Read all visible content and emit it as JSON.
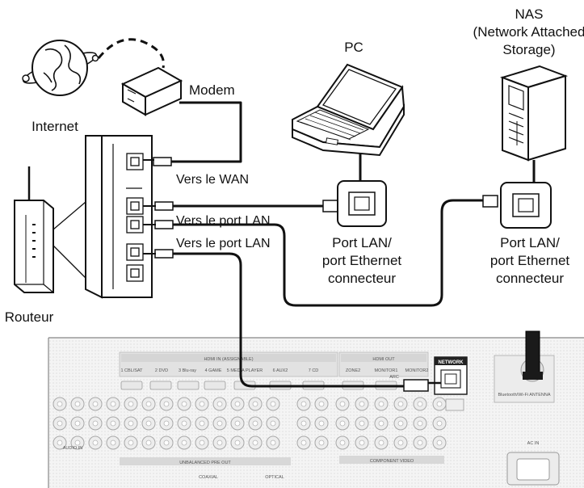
{
  "labels": {
    "internet": "Internet",
    "modem": "Modem",
    "pc": "PC",
    "nas_1": "NAS",
    "nas_2": "(Network Attached",
    "nas_3": "Storage)",
    "wan": "Vers le WAN",
    "lan1": "Vers le port LAN",
    "lan2": "Vers le port LAN",
    "pc_port_1": "Port LAN/",
    "pc_port_2": "port Ethernet",
    "pc_port_3": "connecteur",
    "nas_port_1": "Port LAN/",
    "nas_port_2": "port Ethernet",
    "nas_port_3": "connecteur",
    "router": "Routeur"
  },
  "panel": {
    "network": "NETWORK",
    "hdmi_in": "HDMI IN (ASSIGNABLE)",
    "hdmi_inputs": [
      "1 CBL/SAT",
      "2 DVD",
      "3 Blu-ray",
      "4 GAME",
      "5 MEDIA PLAYER",
      "6 AUX2",
      "7 CD"
    ],
    "hdmi_out": "HDMI OUT",
    "hdmi_outputs": [
      "ZONE2",
      "MONITOR1",
      "MONITOR2"
    ],
    "arc": "ARC",
    "antenna": "Bluetooth/Wi-Fi ANTENNA",
    "ac_in": "AC IN",
    "preout": "UNBALANCED PRE OUT",
    "component": "COMPONENT VIDEO",
    "audio_in": "AUDIO IN",
    "coaxial": "COAXIAL",
    "optical": "OPTICAL"
  }
}
